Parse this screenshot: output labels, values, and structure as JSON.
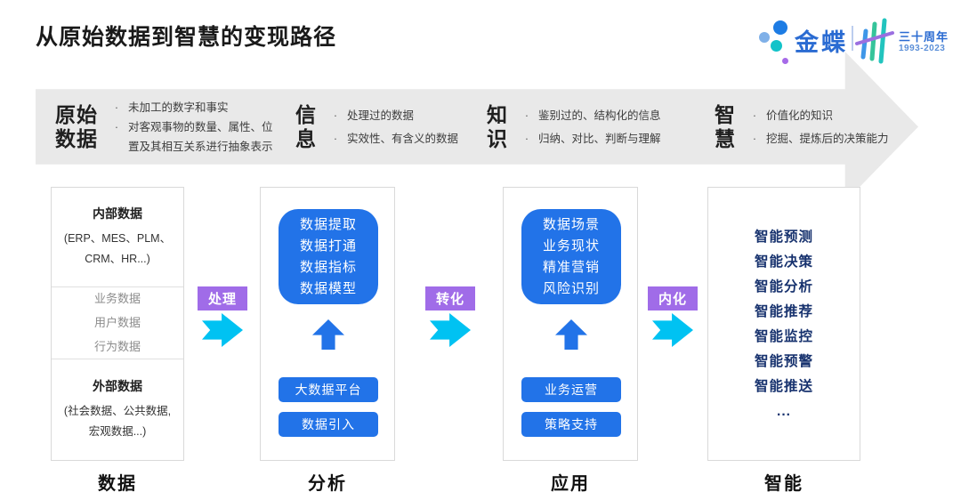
{
  "page": {
    "title": "从原始数据到智慧的变现路径"
  },
  "logo": {
    "brand": "金蝶",
    "anniversary": "三十周年",
    "years": "1993-2023"
  },
  "banner": {
    "stages": [
      {
        "title_lines": [
          "原始",
          "数据"
        ],
        "bullets": [
          "未加工的数字和事实",
          "对客观事物的数量、属性、位置及其相互关系进行抽象表示"
        ]
      },
      {
        "title_lines": [
          "信",
          "息"
        ],
        "bullets": [
          "处理过的数据",
          "实效性、有含义的数据"
        ]
      },
      {
        "title_lines": [
          "知",
          "识"
        ],
        "bullets": [
          "鉴别过的、结构化的信息",
          "归纳、对比、判断与理解"
        ]
      },
      {
        "title_lines": [
          "智",
          "慧"
        ],
        "bullets": [
          "价值化的知识",
          "挖掘、提炼后的决策能力"
        ]
      }
    ]
  },
  "columns": {
    "data": {
      "label": "数据",
      "internal": {
        "heading": "内部数据",
        "detail_lines": [
          "(ERP、MES、PLM、",
          "CRM、HR...)"
        ]
      },
      "middle_items": [
        "业务数据",
        "用户数据",
        "行为数据"
      ],
      "external": {
        "heading": "外部数据",
        "detail_lines": [
          "(社会数据、公共数据,",
          "宏观数据...)"
        ]
      }
    },
    "analysis": {
      "label": "分析",
      "big_box_lines": [
        "数据提取",
        "数据打通",
        "数据指标",
        "数据模型"
      ],
      "buttons": [
        "大数据平台",
        "数据引入"
      ]
    },
    "application": {
      "label": "应用",
      "big_box_lines": [
        "数据场景",
        "业务现状",
        "精准营销",
        "风险识别"
      ],
      "buttons": [
        "业务运营",
        "策略支持"
      ]
    },
    "intelligence": {
      "label": "智能",
      "items": [
        "智能预测",
        "智能决策",
        "智能分析",
        "智能推荐",
        "智能监控",
        "智能预警",
        "智能推送",
        "..."
      ]
    }
  },
  "connectors": [
    {
      "label": "处理"
    },
    {
      "label": "转化"
    },
    {
      "label": "内化"
    }
  ],
  "icons": {
    "banner_shape": "right-arrow-banner",
    "connector_arrow": "cyan-right-arrow",
    "column_arrow": "blue-up-arrow",
    "logo_mark": "kingdee-dots-cluster",
    "anniversary_mark": "thirty-glyph"
  },
  "colors": {
    "blue": "#2273e8",
    "navy": "#17326e",
    "purple": "#a06ce8",
    "cyan": "#00c2f2",
    "banner_gray": "#e9e9e9",
    "brand_blue": "#2a6bd2"
  },
  "bullet_marker": "·"
}
